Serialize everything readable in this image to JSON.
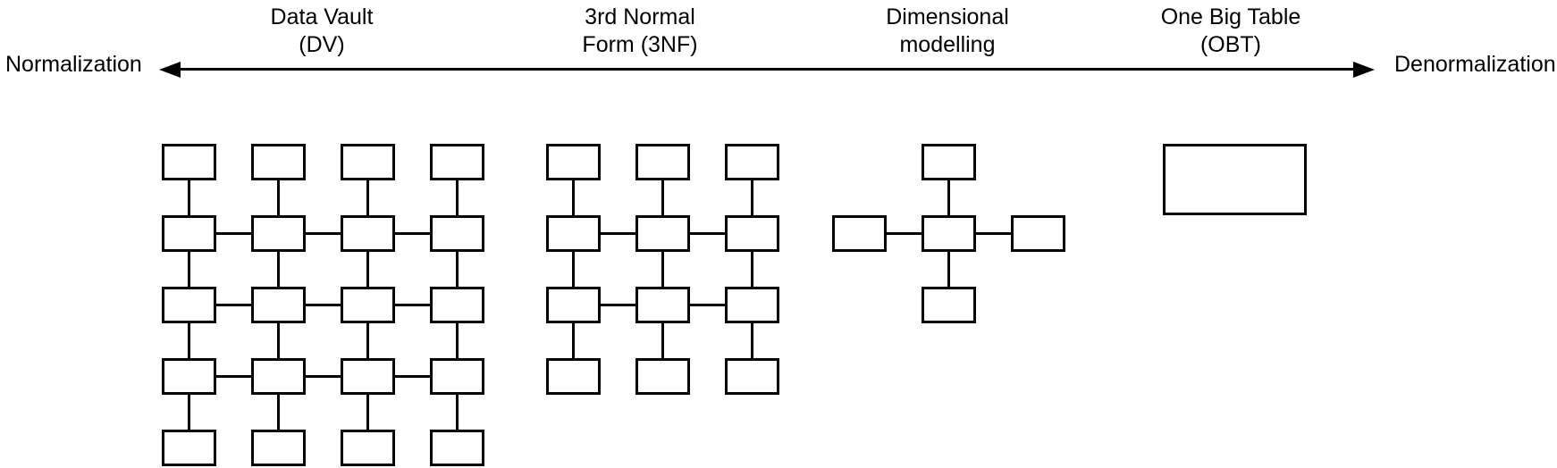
{
  "page": {
    "background": "#ffffff",
    "line_color": "#000000",
    "box_fill": "#ffffff",
    "text_color": "#000000"
  },
  "spectrum": {
    "left_label": "Normalization",
    "right_label": "Denormalization",
    "arrow": "double-headed horizontal arrow"
  },
  "approaches": [
    {
      "id": "data-vault",
      "label": {
        "line1": "Data Vault",
        "line2": "(DV)"
      },
      "diagram": {
        "type": "grid",
        "rows": 5,
        "cols": 4,
        "box_count": 20,
        "h_link_rows": [
          2,
          3,
          4
        ],
        "v_links": "every column between all adjacent rows"
      }
    },
    {
      "id": "3nf",
      "label": {
        "line1": "3rd Normal",
        "line2": "Form (3NF)"
      },
      "diagram": {
        "type": "grid",
        "rows": 4,
        "cols": 3,
        "box_count": 12,
        "h_link_rows": [
          2,
          3
        ],
        "v_links": "every column between all adjacent rows"
      }
    },
    {
      "id": "dimensional",
      "label": {
        "line1": "Dimensional",
        "line2": "modelling"
      },
      "diagram": {
        "type": "star",
        "box_count": 5,
        "center_links": [
          "top",
          "left",
          "right",
          "bottom"
        ]
      }
    },
    {
      "id": "obt",
      "label": {
        "line1": "One Big Table",
        "line2": "(OBT)"
      },
      "diagram": {
        "type": "single",
        "box_count": 1
      }
    }
  ]
}
